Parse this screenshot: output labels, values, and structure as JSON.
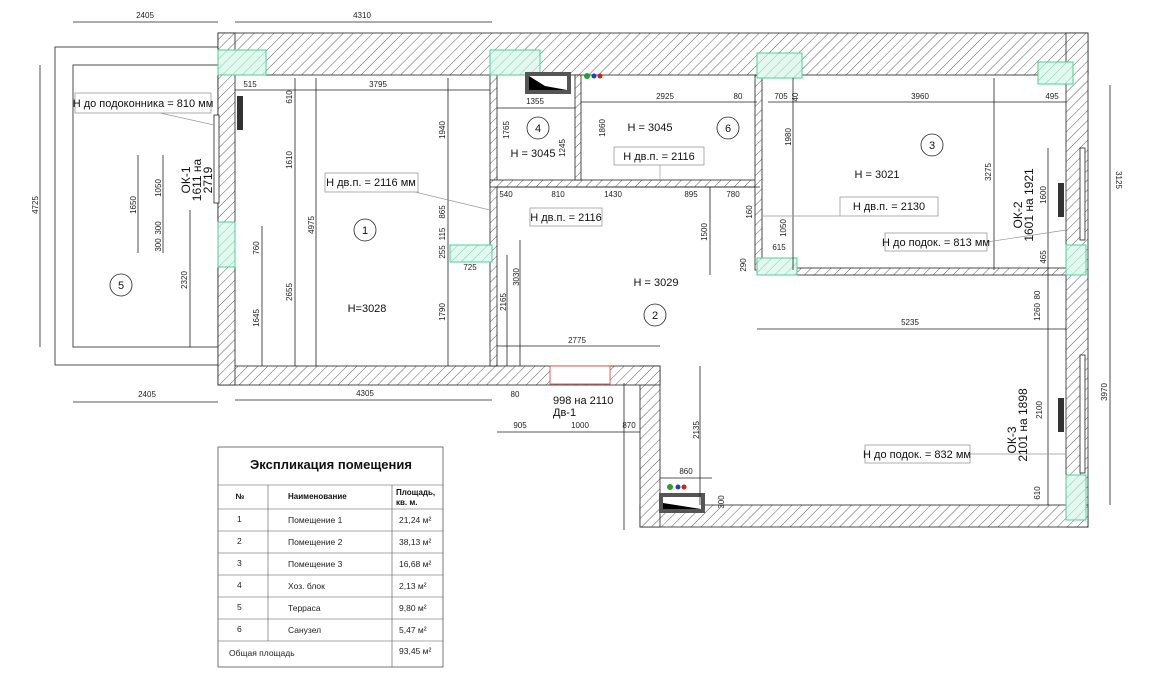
{
  "dims": [
    "2405",
    "4310",
    "515",
    "3795",
    "610",
    "1610",
    "1940",
    "4975",
    "865",
    "115",
    "255",
    "725",
    "760",
    "2655",
    "1645",
    "1790",
    "4725",
    "1650",
    "1050",
    "300",
    "300",
    "2320",
    "2405",
    "4305",
    "1355",
    "1765",
    "1245",
    "1860",
    "2925",
    "80",
    "540",
    "810",
    "1430",
    "895",
    "780",
    "3030",
    "2165",
    "1500",
    "160",
    "290",
    "705",
    "40",
    "1980",
    "1050",
    "615",
    "3960",
    "495",
    "3275",
    "1600",
    "465",
    "80",
    "1260",
    "5235",
    "3125",
    "2100",
    "3970",
    "610",
    "2775",
    "80",
    "905",
    "1000",
    "870",
    "2135",
    "860",
    "300"
  ],
  "rooms": {
    "numbers": [
      "1",
      "2",
      "3",
      "4",
      "5",
      "6"
    ],
    "heights": {
      "r1": "H=3028",
      "r2": "H = 3029",
      "r3": "H = 3021",
      "r4": "H = 3045",
      "r6": "H = 3045"
    }
  },
  "callouts": {
    "sill_ok1": "Н до подоконника = 810 мм",
    "door_r1": "Н дв.п. = 2116 мм",
    "door_r4": "Н дв.п. = 2116",
    "door_r6": "Н дв.п. = 2116",
    "door_r3": "Н дв.п. = 2130",
    "sill_ok2": "Н до подок. = 813 мм",
    "sill_ok3": "Н до подок. = 832 мм"
  },
  "windows": {
    "ok1": [
      "ОК-1",
      "1611 на",
      "2719"
    ],
    "ok2": [
      "ОК-2",
      "1601 на 1921"
    ],
    "ok3": [
      "ОК-3",
      "2101 на 1898"
    ]
  },
  "door": {
    "size": "998 на 2110",
    "name": "Дв-1"
  },
  "table": {
    "title": "Экспликация помещения",
    "headers": [
      "№",
      "Наименование",
      "Площадь,",
      "кв. м."
    ],
    "rows": [
      {
        "n": "1",
        "name": "Помещение 1",
        "area": "21,24 м²"
      },
      {
        "n": "2",
        "name": "Помещение 2",
        "area": "38,13 м²"
      },
      {
        "n": "3",
        "name": "Помещение 3",
        "area": "16,68 м²"
      },
      {
        "n": "4",
        "name": "Хоз. блок",
        "area": "2,13 м²"
      },
      {
        "n": "5",
        "name": "Терраса",
        "area": "9,80 м²"
      },
      {
        "n": "6",
        "name": "Санузел",
        "area": "5,47 м²"
      }
    ],
    "total_label": "Общая площадь",
    "total_area": "93,45 м²"
  },
  "colors": {
    "window": "#4fcf9a",
    "door": "#d04040",
    "pipe_green": "#2aa02a",
    "pipe_blue": "#2040c0",
    "pipe_red": "#d02020"
  }
}
